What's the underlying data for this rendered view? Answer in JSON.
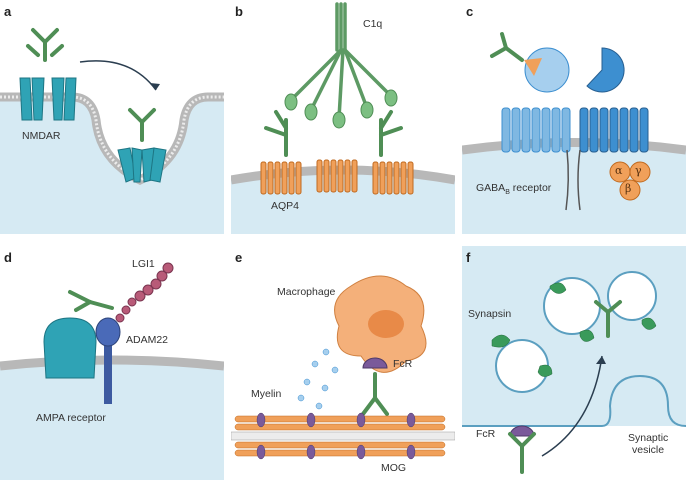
{
  "panels": {
    "a": {
      "letter": "a",
      "labels": {
        "receptor": "NMDAR"
      }
    },
    "b": {
      "letter": "b",
      "labels": {
        "complement": "C1q",
        "channel": "AQP4"
      }
    },
    "c": {
      "letter": "c",
      "labels": {
        "receptor_main": "GABA",
        "receptor_sub": "B",
        "receptor_suffix": " receptor",
        "alpha": "α",
        "gamma": "γ",
        "beta": "β"
      }
    },
    "d": {
      "letter": "d",
      "labels": {
        "ligand": "LGI1",
        "adam": "ADAM22",
        "receptor": "AMPA receptor"
      }
    },
    "e": {
      "letter": "e",
      "labels": {
        "cell": "Macrophage",
        "fc": "FcR",
        "sheath": "Myelin",
        "protein": "MOG"
      }
    },
    "f": {
      "letter": "f",
      "labels": {
        "protein": "Synapsin",
        "fc": "FcR",
        "vesicle_line1": "Synaptic",
        "vesicle_line2": "vesicle"
      }
    }
  },
  "colors": {
    "membrane_fill": "#d6eaf3",
    "antibody": "#6aaa6e",
    "teal_receptor": "#2fa3b5",
    "orange_channel": "#f0a05a",
    "blue_receptor": "#3d8fd0",
    "purple": "#7a5a9a",
    "synapsin_green": "#3a9a5a",
    "macrophage": "#f4b07a"
  }
}
